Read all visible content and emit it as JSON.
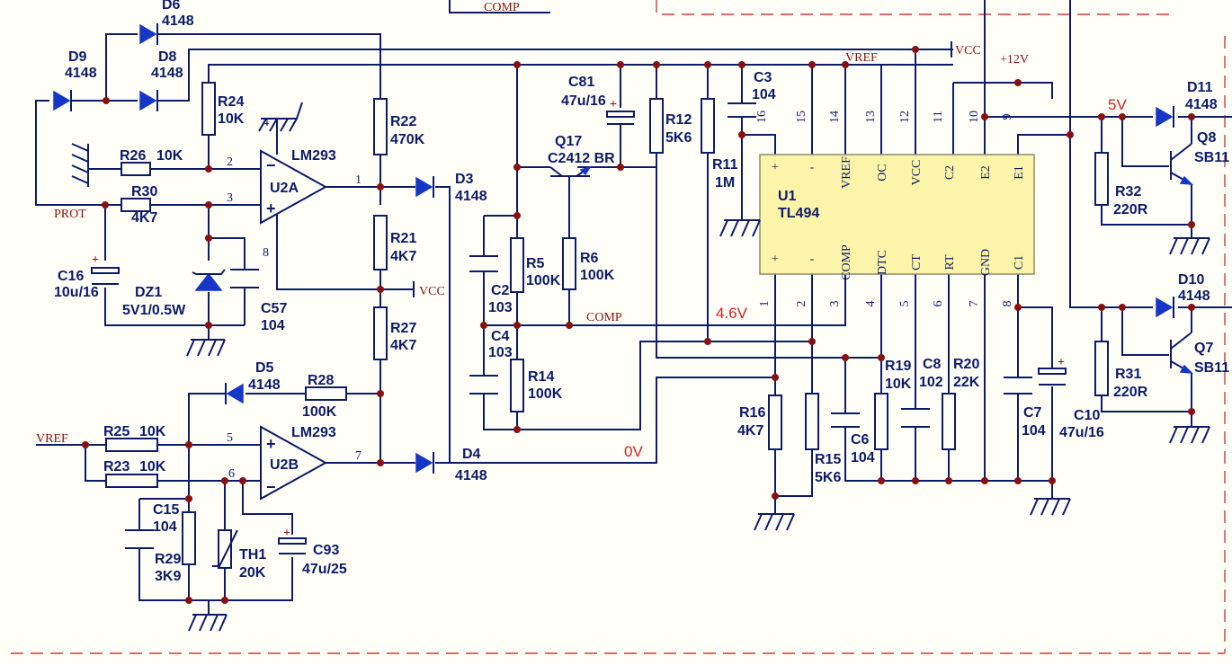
{
  "colors": {
    "wire": "#0c1a6b",
    "component": "#1636c8",
    "net_label": "#8a1010",
    "voltage": "#d81e1e",
    "ic_fill": "#fcf4a8",
    "border": "#d23a3a"
  },
  "nets": {
    "comp_top": "COMP",
    "vcc_top": "VCC",
    "vref_top": "VREF",
    "v12": "+12V",
    "prot": "PROT",
    "vcc_mid": "VCC",
    "comp_mid": "COMP",
    "vref_left": "VREF"
  },
  "voltages": {
    "v5": "5V",
    "v46": "4.6V",
    "v0": "0V"
  },
  "opamp_a": {
    "name": "U2A",
    "part": "LM293",
    "pins": {
      "p4": "4",
      "p2": "2",
      "p3": "3",
      "p1": "1",
      "p8": "8"
    }
  },
  "opamp_b": {
    "name": "U2B",
    "part": "LM293",
    "pins": {
      "p5": "5",
      "p6": "6",
      "p7": "7"
    }
  },
  "ic": {
    "ref": "U1",
    "part": "TL494",
    "top_pins": [
      "16",
      "15",
      "14",
      "13",
      "12",
      "11",
      "10",
      "9"
    ],
    "bottom_pins": [
      "1",
      "2",
      "3",
      "4",
      "5",
      "6",
      "7",
      "8"
    ],
    "top_labels": [
      "+",
      "-",
      "VREF",
      "OC",
      "VCC",
      "C2",
      "E2",
      "E1"
    ],
    "bottom_labels": [
      "+",
      "-",
      "COMP",
      "DTC",
      "CT",
      "RT",
      "GND",
      "C1"
    ]
  },
  "components": {
    "D6": {
      "ref": "D6",
      "val": "4148"
    },
    "D8": {
      "ref": "D8",
      "val": "4148"
    },
    "D9": {
      "ref": "D9",
      "val": "4148"
    },
    "D3": {
      "ref": "D3",
      "val": "4148"
    },
    "D4": {
      "ref": "D4",
      "val": "4148"
    },
    "D5": {
      "ref": "D5",
      "val": "4148"
    },
    "D10": {
      "ref": "D10",
      "val": "4148"
    },
    "D11": {
      "ref": "D11",
      "val": "4148"
    },
    "R24": {
      "ref": "R24",
      "val": "10K"
    },
    "R26": {
      "ref": "R26",
      "val": "10K"
    },
    "R30": {
      "ref": "R30",
      "val": "4K7"
    },
    "R22": {
      "ref": "R22",
      "val": "470K"
    },
    "R21": {
      "ref": "R21",
      "val": "4K7"
    },
    "R27": {
      "ref": "R27",
      "val": "4K7"
    },
    "R28": {
      "ref": "R28",
      "val": "100K"
    },
    "R25": {
      "ref": "R25",
      "val": "10K"
    },
    "R23": {
      "ref": "R23",
      "val": "10K"
    },
    "R29": {
      "ref": "R29",
      "val": "3K9"
    },
    "R5": {
      "ref": "R5",
      "val": "100K"
    },
    "R6": {
      "ref": "R6",
      "val": "100K"
    },
    "R14": {
      "ref": "R14",
      "val": "100K"
    },
    "R12": {
      "ref": "R12",
      "val": "5K6"
    },
    "R11": {
      "ref": "R11",
      "val": "1M"
    },
    "R16": {
      "ref": "R16",
      "val": "4K7"
    },
    "R15": {
      "ref": "R15",
      "val": "5K6"
    },
    "R19": {
      "ref": "R19",
      "val": "10K"
    },
    "R20": {
      "ref": "R20",
      "val": "22K"
    },
    "R32": {
      "ref": "R32",
      "val": "220R"
    },
    "R31": {
      "ref": "R31",
      "val": "220R"
    },
    "C16": {
      "ref": "C16",
      "val": "10u/16"
    },
    "C57": {
      "ref": "C57",
      "val": "104"
    },
    "C15": {
      "ref": "C15",
      "val": "104"
    },
    "C93": {
      "ref": "C93",
      "val": "47u/25"
    },
    "C81": {
      "ref": "C81",
      "val": "47u/16"
    },
    "C2": {
      "ref": "C2",
      "val": "103"
    },
    "C4": {
      "ref": "C4",
      "val": "103"
    },
    "C3": {
      "ref": "C3",
      "val": "104"
    },
    "C6": {
      "ref": "C6",
      "val": "104"
    },
    "C8": {
      "ref": "C8",
      "val": "102"
    },
    "C7": {
      "ref": "C7",
      "val": "104"
    },
    "C10": {
      "ref": "C10",
      "val": "47u/16"
    },
    "DZ1": {
      "ref": "DZ1",
      "val": "5V1/0.5W"
    },
    "TH1": {
      "ref": "TH1",
      "val": "20K"
    },
    "Q17": {
      "ref": "Q17",
      "val": "C2412 BR"
    },
    "Q8": {
      "ref": "Q8",
      "val": "SB11"
    },
    "Q7": {
      "ref": "Q7",
      "val": "SB11"
    }
  }
}
